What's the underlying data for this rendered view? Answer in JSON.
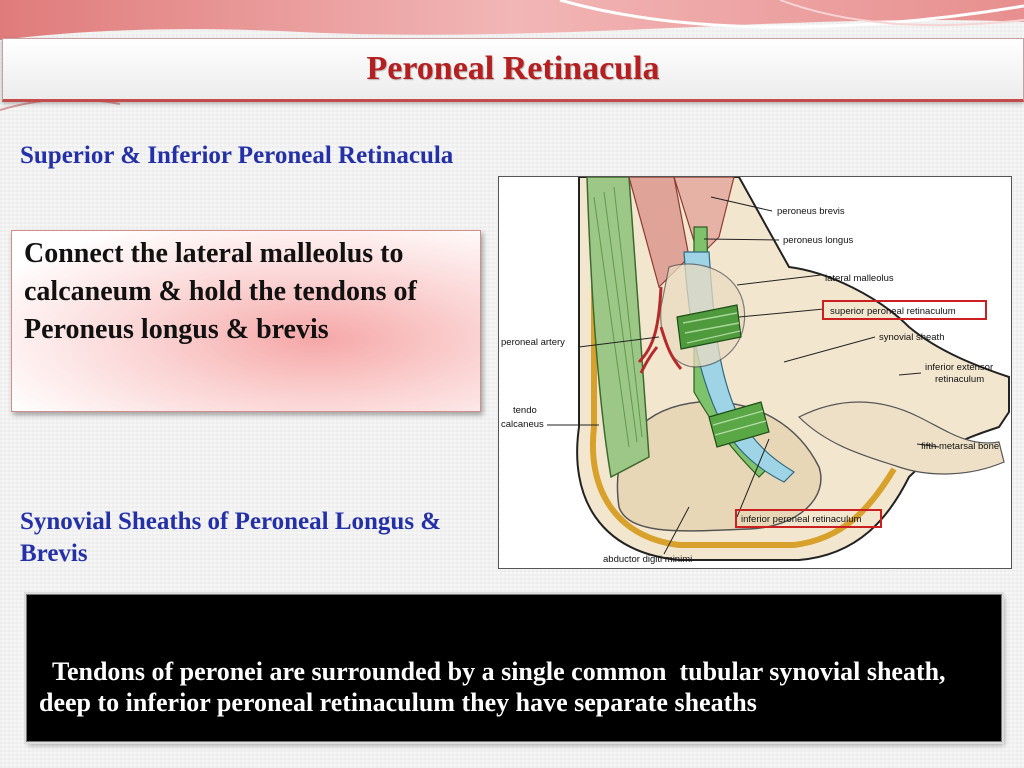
{
  "slide": {
    "title": "Peroneal Retinacula",
    "heading_1": "Superior & Inferior Peroneal Retinacula",
    "box_1_text": "Connect the lateral malleolus to calcaneum & hold the tendons of Peroneus longus & brevis",
    "heading_2": "Synovial Sheaths of Peroneal Longus & Brevis",
    "box_2_text": "Tendons of peronei are surrounded by a single common  tubular synovial sheath, deep to inferior peroneal retinaculum they have separate sheaths"
  },
  "figure": {
    "labels": {
      "peroneus_brevis": "peroneus brevis",
      "peroneus_longus": "peroneus longus",
      "lateral_malleolus": "lateral malleolus",
      "superior_peroneal_retinaculum": "superior peroneal retinaculum",
      "synovial_sheath": "synovial sheath",
      "inferior_extensor_retinaculum_1": "inferior extensor",
      "inferior_extensor_retinaculum_2": "retinaculum",
      "peroneal_artery": "peroneal artery",
      "tendo_calcaneus_1": "tendo",
      "tendo_calcaneus_2": "calcaneus",
      "fifth_metatarsal_bone": "fifth metarsal bone",
      "inferior_peroneal_retinaculum": "inferior peroneal retinaculum",
      "abductor_digiti_minimi": "abductor digiti minimi"
    }
  },
  "colors": {
    "title": "#b51f1f",
    "heading": "#2430a8",
    "highlight_box": "#cc1f1f"
  }
}
